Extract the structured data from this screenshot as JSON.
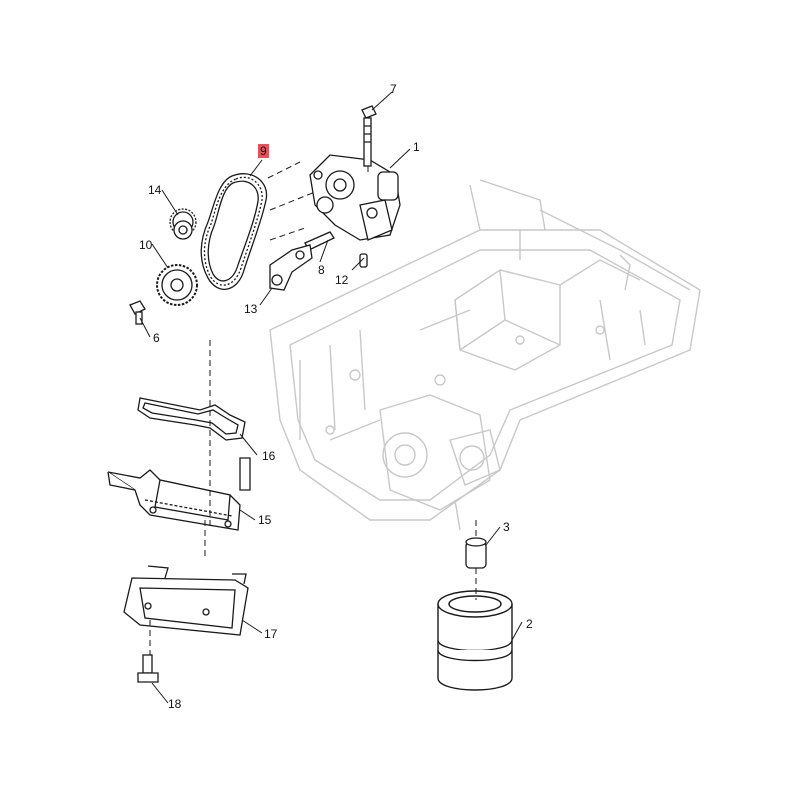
{
  "diagram": {
    "callouts": [
      {
        "id": "c1",
        "label": "1"
      },
      {
        "id": "c2",
        "label": "2"
      },
      {
        "id": "c3",
        "label": "3"
      },
      {
        "id": "c6",
        "label": "6"
      },
      {
        "id": "c7",
        "label": "7"
      },
      {
        "id": "c8",
        "label": "8"
      },
      {
        "id": "c9",
        "label": "9",
        "highlighted": true
      },
      {
        "id": "c10",
        "label": "10"
      },
      {
        "id": "c12",
        "label": "12"
      },
      {
        "id": "c13",
        "label": "13"
      },
      {
        "id": "c14",
        "label": "14"
      },
      {
        "id": "c15",
        "label": "15"
      },
      {
        "id": "c16",
        "label": "16"
      },
      {
        "id": "c17",
        "label": "17"
      },
      {
        "id": "c18",
        "label": "18"
      }
    ],
    "colors": {
      "background": "#ffffff",
      "line": "#1a1a1a",
      "ghost": "#c8c8c8",
      "highlight": "#e8505b"
    }
  }
}
